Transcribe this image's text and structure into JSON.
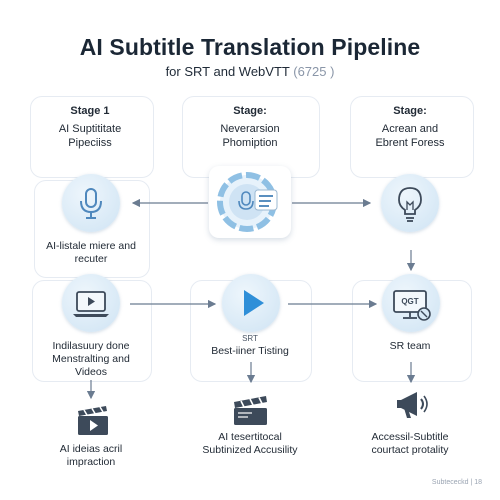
{
  "header": {
    "title": "AI Subtitle Translation Pipeline",
    "subtitle": "for SRT and WebVTT",
    "subtitle_code": "(6725 )"
  },
  "stages": [
    {
      "heading": "Stage 1",
      "line1": "AI Suptititate",
      "line2": "Pipeciiss"
    },
    {
      "heading": "Stage:",
      "line1": "Neverarsion",
      "line2": "Phomiption"
    },
    {
      "heading": "Stage:",
      "line1": "Acrean and",
      "line2": "Ebrent Foress"
    }
  ],
  "nodes": {
    "mic": {
      "line1": "AI-listale miere and",
      "line2": "recuter",
      "icon": "microphone-icon"
    },
    "waveform": {
      "icon": "waveform-transcript-icon"
    },
    "bulb": {
      "icon": "lightbulb-icon"
    },
    "laptop": {
      "line1": "Indilasuury done",
      "line2": "Menstralting and",
      "line3": "Videos",
      "icon": "laptop-play-icon"
    },
    "play": {
      "tag": "SRT",
      "line1": "Best-iiner Tisting",
      "icon": "play-icon"
    },
    "monitor": {
      "screen_text": "QGT",
      "line1": "SR team",
      "icon": "monitor-icon"
    },
    "clapper_left": {
      "line1": "AI ideias acril",
      "line2": "impraction",
      "icon": "video-clapper-icon"
    },
    "clapper_mid": {
      "line1": "AI tesertitocal",
      "line2": "Subtinized Accusility",
      "icon": "clapperboard-icon"
    },
    "megaphone": {
      "line1": "Accessil-Subtitle",
      "line2": "courtact protality",
      "icon": "megaphone-icon"
    }
  },
  "footer": {
    "text": "Subtececkd | 18"
  },
  "colors": {
    "accent": "#5a8fbf",
    "circle_fill": "#d8e9f6",
    "arrow": "#6b7c91",
    "icon_dark": "#3d4a5a"
  }
}
